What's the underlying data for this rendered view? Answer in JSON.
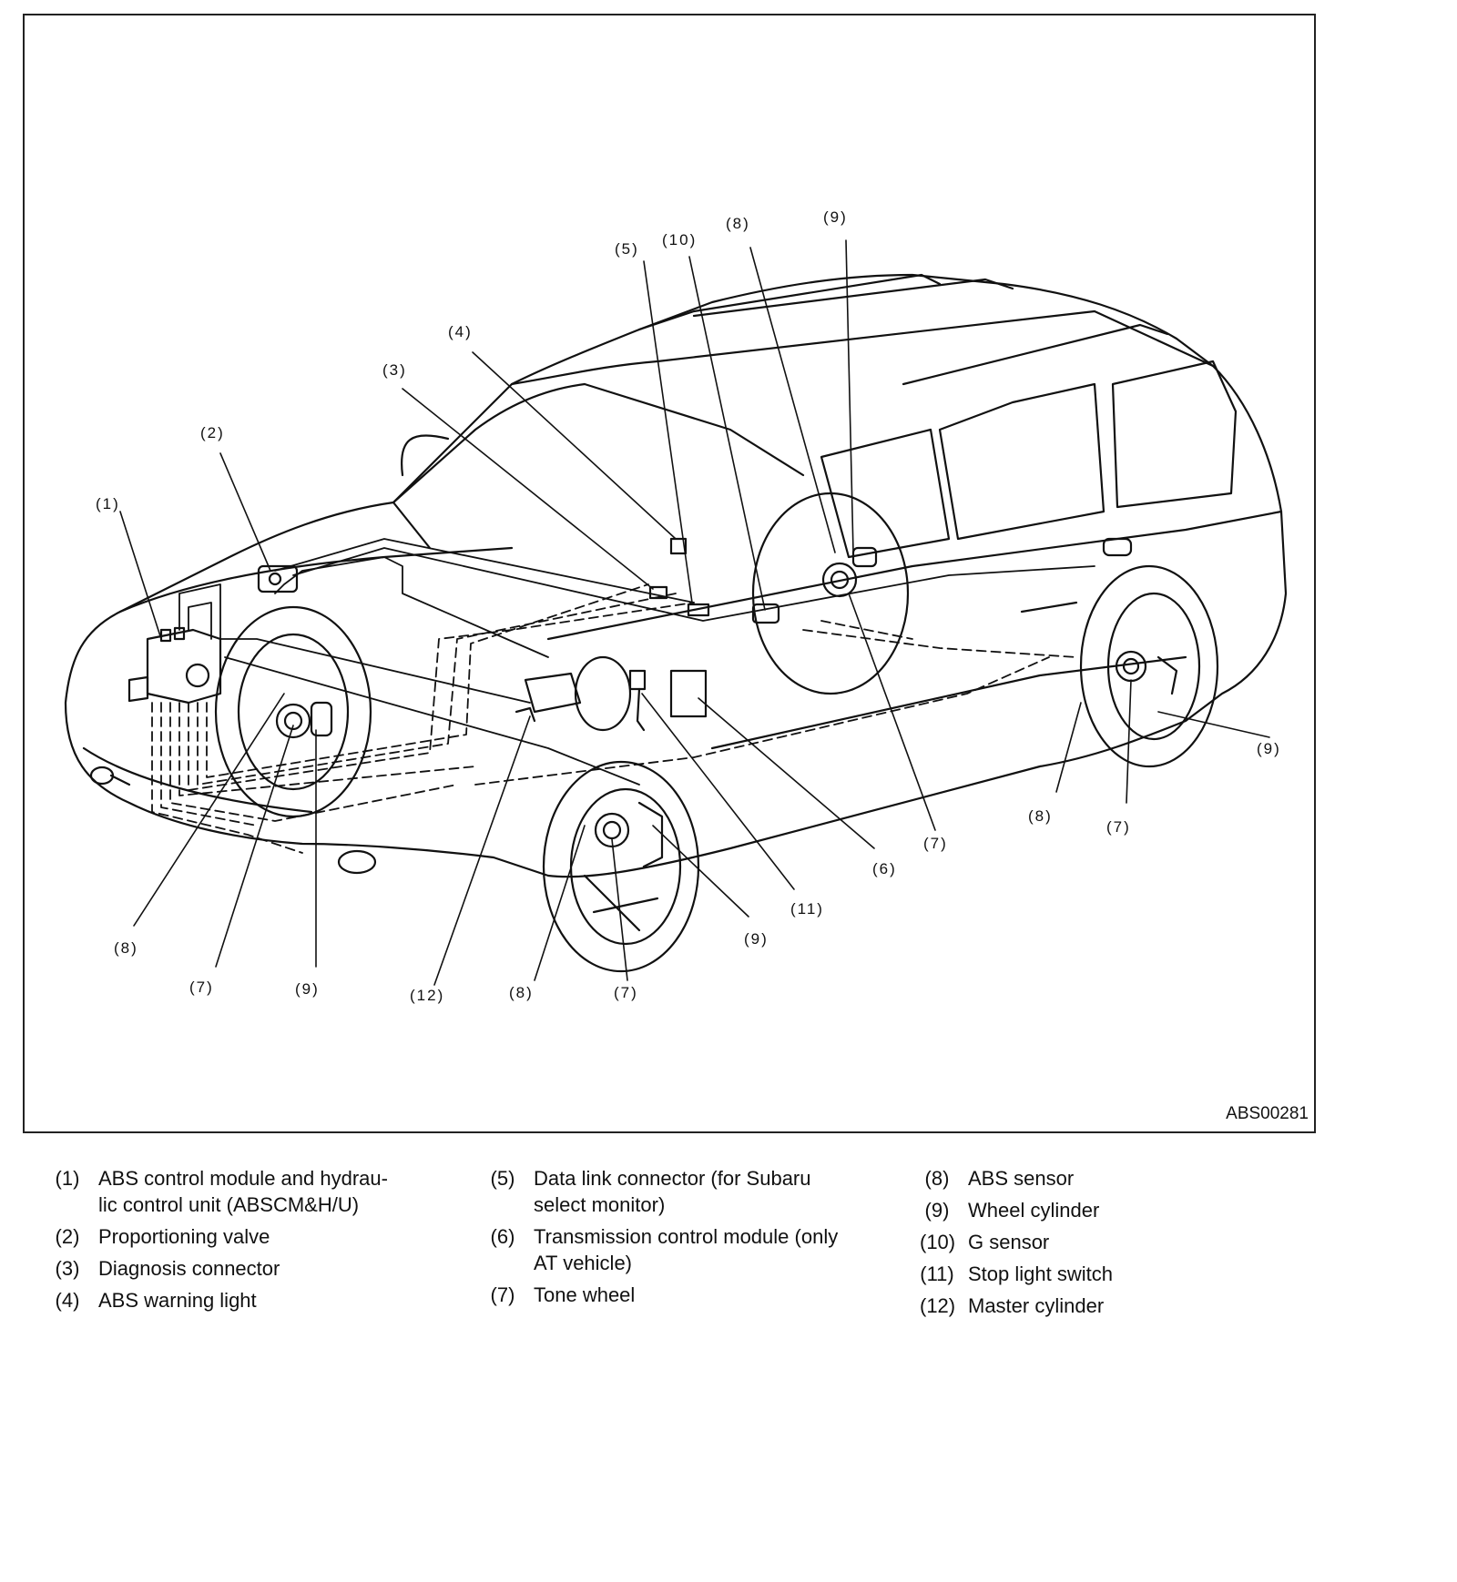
{
  "figure": {
    "reference_code": "ABS00281",
    "callouts": [
      "(1)",
      "(2)",
      "(3)",
      "(4)",
      "(5)",
      "(10)",
      "(8)",
      "(9)",
      "(7)",
      "(6)",
      "(11)",
      "(12)"
    ]
  },
  "legend": {
    "columns": [
      [
        {
          "num": "(1)",
          "text": "ABS control module and hydrau-\nlic control unit (ABSCM&H/U)"
        },
        {
          "num": "(2)",
          "text": "Proportioning valve"
        },
        {
          "num": "(3)",
          "text": "Diagnosis connector"
        },
        {
          "num": "(4)",
          "text": "ABS warning light"
        }
      ],
      [
        {
          "num": "(5)",
          "text": "Data link connector (for Subaru\nselect monitor)"
        },
        {
          "num": "(6)",
          "text": "Transmission control module (only\nAT vehicle)"
        },
        {
          "num": "(7)",
          "text": "Tone wheel"
        }
      ],
      [
        {
          "num": "(8)",
          "text": "ABS sensor"
        },
        {
          "num": "(9)",
          "text": "Wheel cylinder"
        },
        {
          "num": "(10)",
          "text": "G sensor"
        },
        {
          "num": "(11)",
          "text": "Stop light switch"
        },
        {
          "num": "(12)",
          "text": "Master cylinder"
        }
      ]
    ]
  }
}
